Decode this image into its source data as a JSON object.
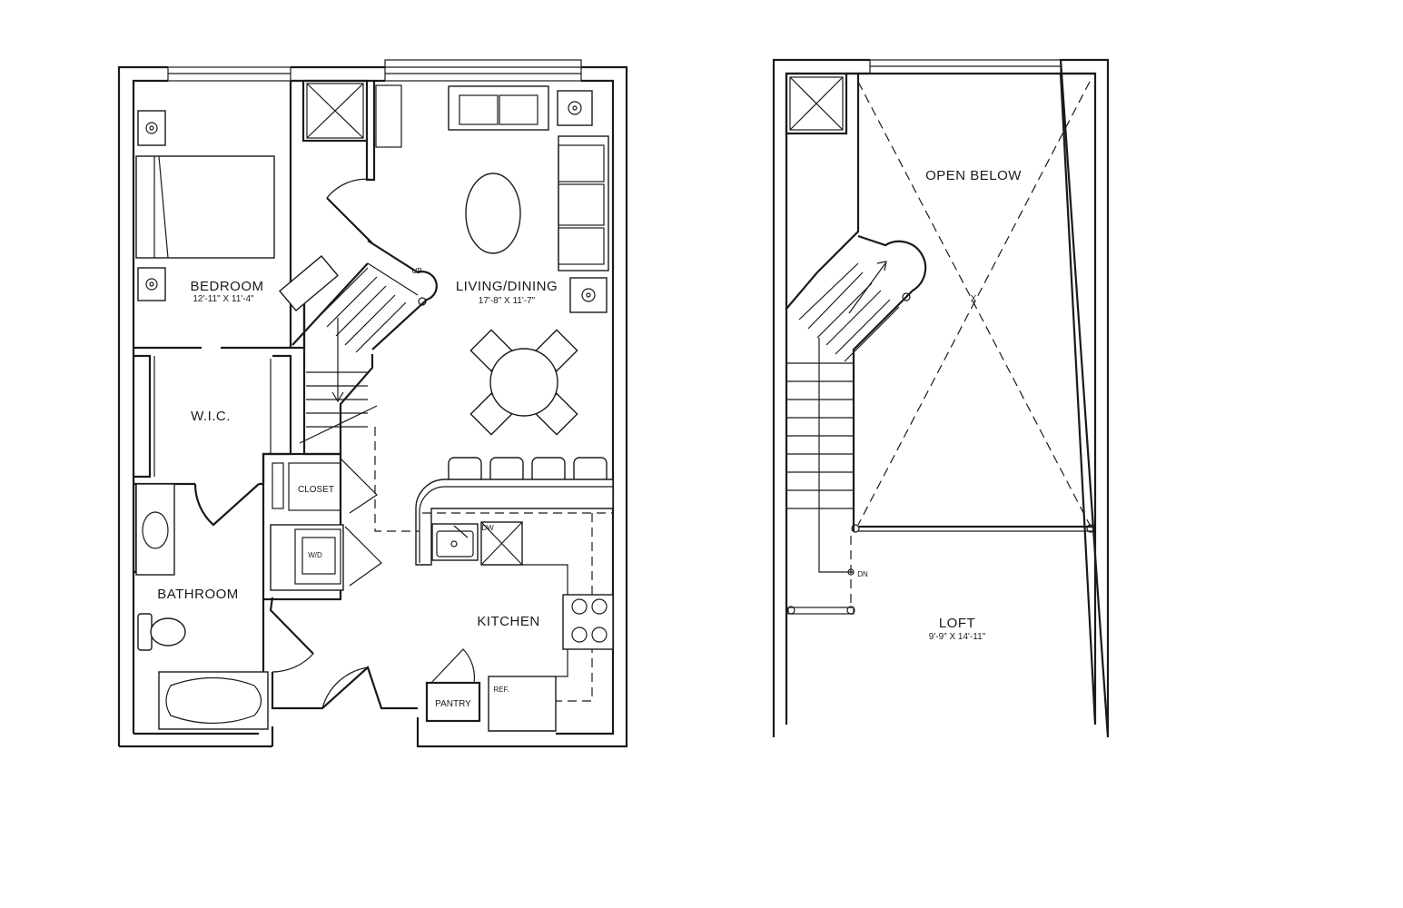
{
  "first_floor": {
    "bedroom": {
      "name": "BEDROOM",
      "dimensions": "12'-11\" X 11'-4\""
    },
    "living_dining": {
      "name": "LIVING/DINING",
      "dimensions": "17'-8\" X 11'-7\""
    },
    "wic": {
      "name": "W.I.C."
    },
    "closet": {
      "name": "CLOSET"
    },
    "bathroom": {
      "name": "BATHROOM"
    },
    "kitchen": {
      "name": "KITCHEN"
    },
    "pantry": {
      "name": "PANTRY"
    },
    "washer_dryer": "W/D",
    "dishwasher": "DW",
    "refrigerator": "REF.",
    "stair_direction": "UP"
  },
  "loft_floor": {
    "open_below": "OPEN BELOW",
    "open_below_mark": "X",
    "loft": {
      "name": "LOFT",
      "dimensions": "9'-9\" X 14'-11\""
    },
    "stair_direction": "DN"
  }
}
